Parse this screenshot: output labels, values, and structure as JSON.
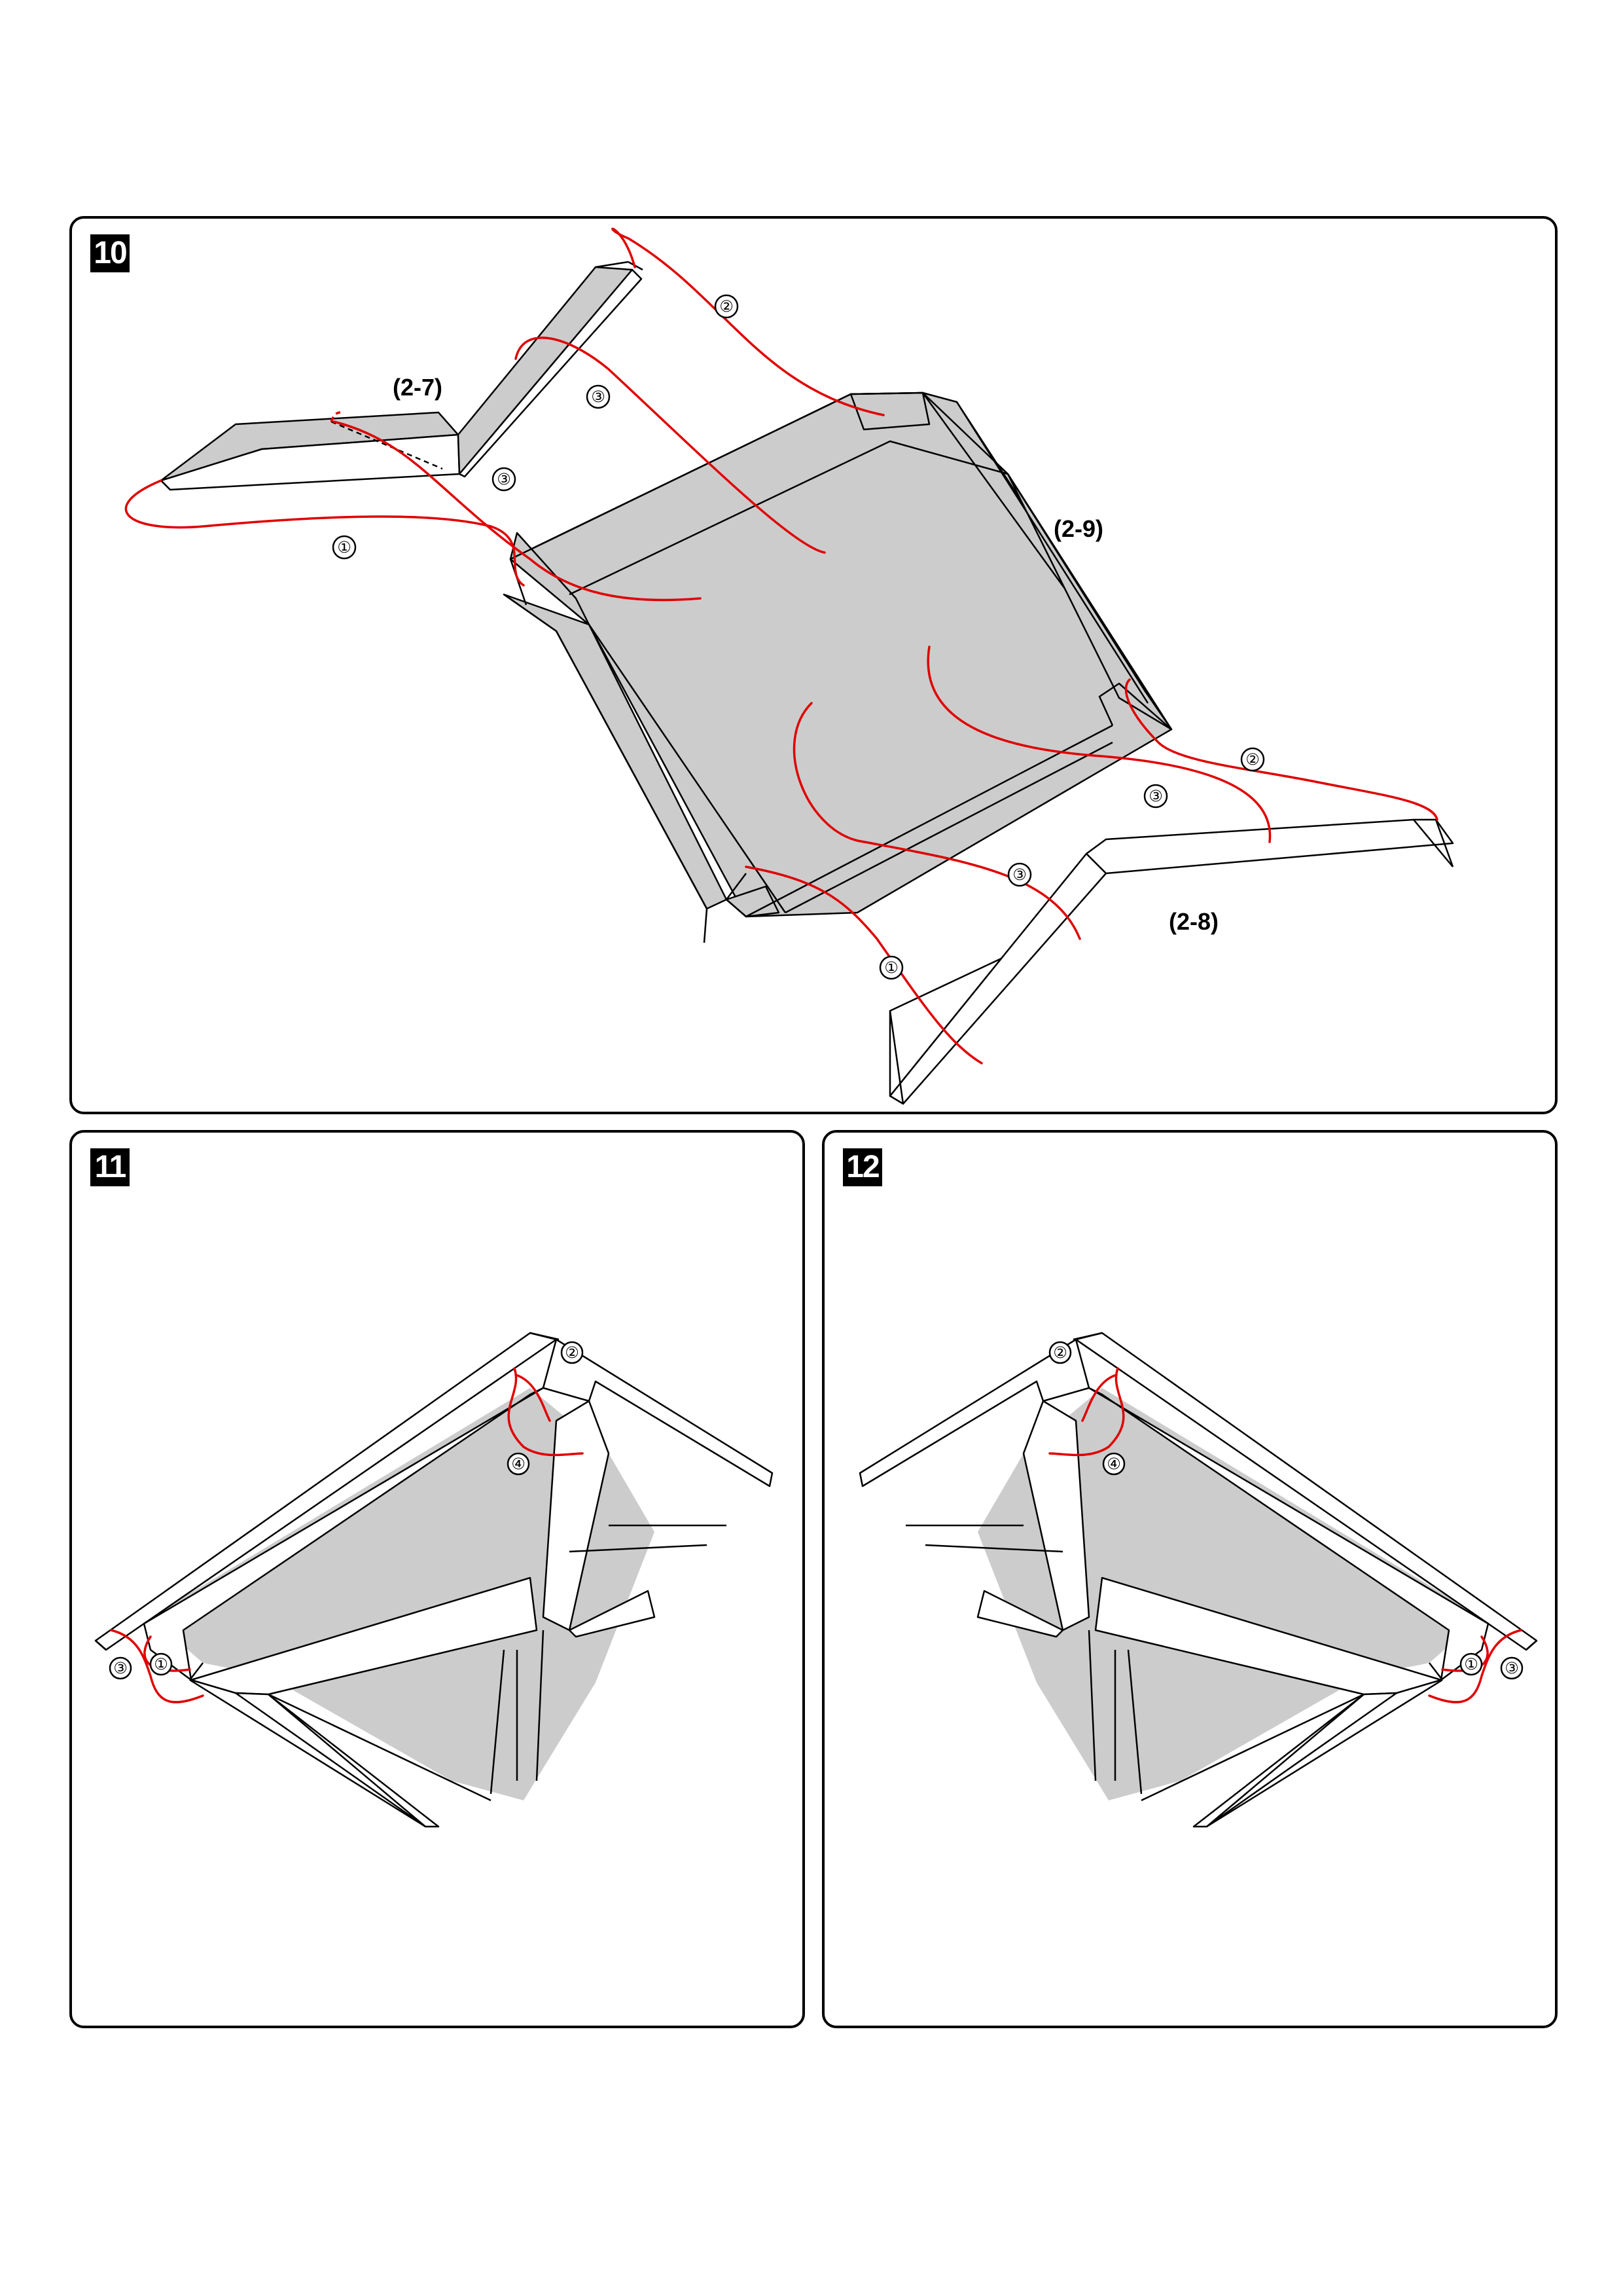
{
  "panels": [
    {
      "step": "10",
      "labels": {
        "part_a": "(2-7)",
        "part_b": "(2-9)",
        "part_c": "(2-8)"
      },
      "step_markers": [
        "①",
        "②",
        "③"
      ]
    },
    {
      "step": "11",
      "step_markers": [
        "①",
        "②",
        "③",
        "④"
      ]
    },
    {
      "step": "12",
      "step_markers": [
        "①",
        "②",
        "③",
        "④"
      ]
    }
  ],
  "colors": {
    "arrow": "#e00000",
    "panel_fill": "#cccccc",
    "outline": "#000000"
  }
}
